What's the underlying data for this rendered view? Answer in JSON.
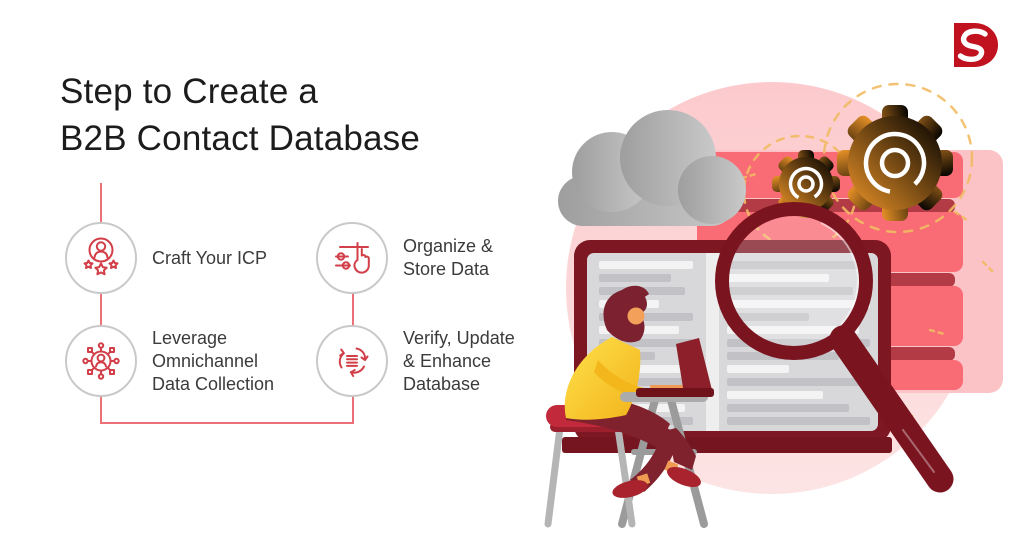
{
  "header": {
    "title": "Step to Create a\nB2B Contact Database"
  },
  "brand": {
    "logo_name": "DS-monogram-logo",
    "logo_color": "#c0121f"
  },
  "steps": [
    {
      "id": 1,
      "icon": "ideal-customer-profile-icon",
      "label": "Craft Your ICP"
    },
    {
      "id": 2,
      "icon": "organize-sliders-hand-icon",
      "label": "Organize &\nStore Data"
    },
    {
      "id": 3,
      "icon": "omnichannel-network-icon",
      "label": "Leverage\nOmnichannel\nData Collection"
    },
    {
      "id": 4,
      "icon": "verify-refresh-data-icon",
      "label": "Verify, Update\n& Enhance\nDatabase"
    }
  ],
  "illustration": {
    "subject": "person-at-laptop-inspecting-database-with-magnifying-glass",
    "elements": [
      "pink-circle-backdrop",
      "gray-cloud",
      "red-server-stack",
      "orange-gears",
      "dashed-circles",
      "monitor-with-data-rows",
      "magnifying-glass",
      "person-on-stool",
      "tripod-desk",
      "laptop"
    ]
  },
  "colors": {
    "title_text": "#1c1c1c",
    "label_text": "#3b3b3b",
    "connector": "#ec7078",
    "icon_stroke": "#d23f48",
    "circle_border": "#c9c9c9",
    "backdrop_pink": "#fcd0d3",
    "server_salmon": "#f96b75",
    "server_divider": "#b23b46",
    "maroon": "#7a1520",
    "gear_orange": "#ee9d32",
    "gear_yellow": "#f9d63f",
    "shirt_yellow": "#ffd21c",
    "cloud_gray": "#b3b3b3"
  }
}
